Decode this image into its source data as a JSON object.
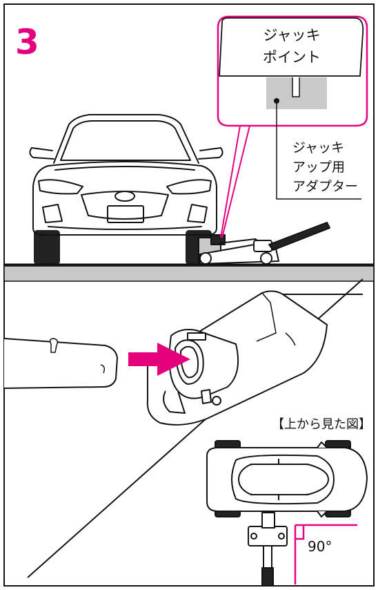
{
  "step_number": "3",
  "callout": {
    "title_line1": "ジャッキ",
    "title_line2": "ポイント"
  },
  "adapter_label": {
    "line1": "ジャッキ",
    "line2": "アップ用",
    "line3": "アダプター"
  },
  "top_view": {
    "caption": "【上から見た図】",
    "angle_label": "90°"
  },
  "colors": {
    "accent": "#e5007e",
    "ground": "#c8c8c8",
    "jack_point_fill": "#c9c9c9",
    "tire": "#222222",
    "ink": "#111111"
  }
}
